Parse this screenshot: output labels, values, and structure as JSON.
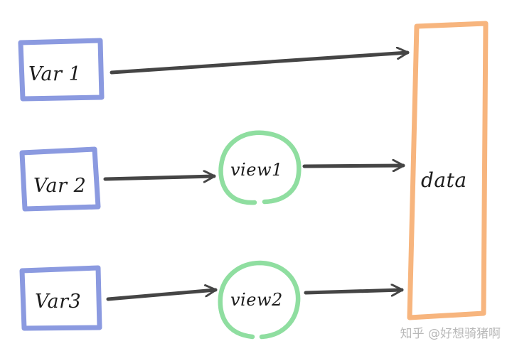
{
  "nodes": {
    "var1": "Var 1",
    "var2": "Var 2",
    "var3": "Var3",
    "view1": "view1",
    "view2": "view2",
    "data": "data"
  },
  "colors": {
    "var_box": "#8b9ae0",
    "view_circle": "#8fdea0",
    "data_box": "#f7b57e",
    "arrow": "#454545"
  },
  "watermark": "知乎 @好想骑猪啊"
}
